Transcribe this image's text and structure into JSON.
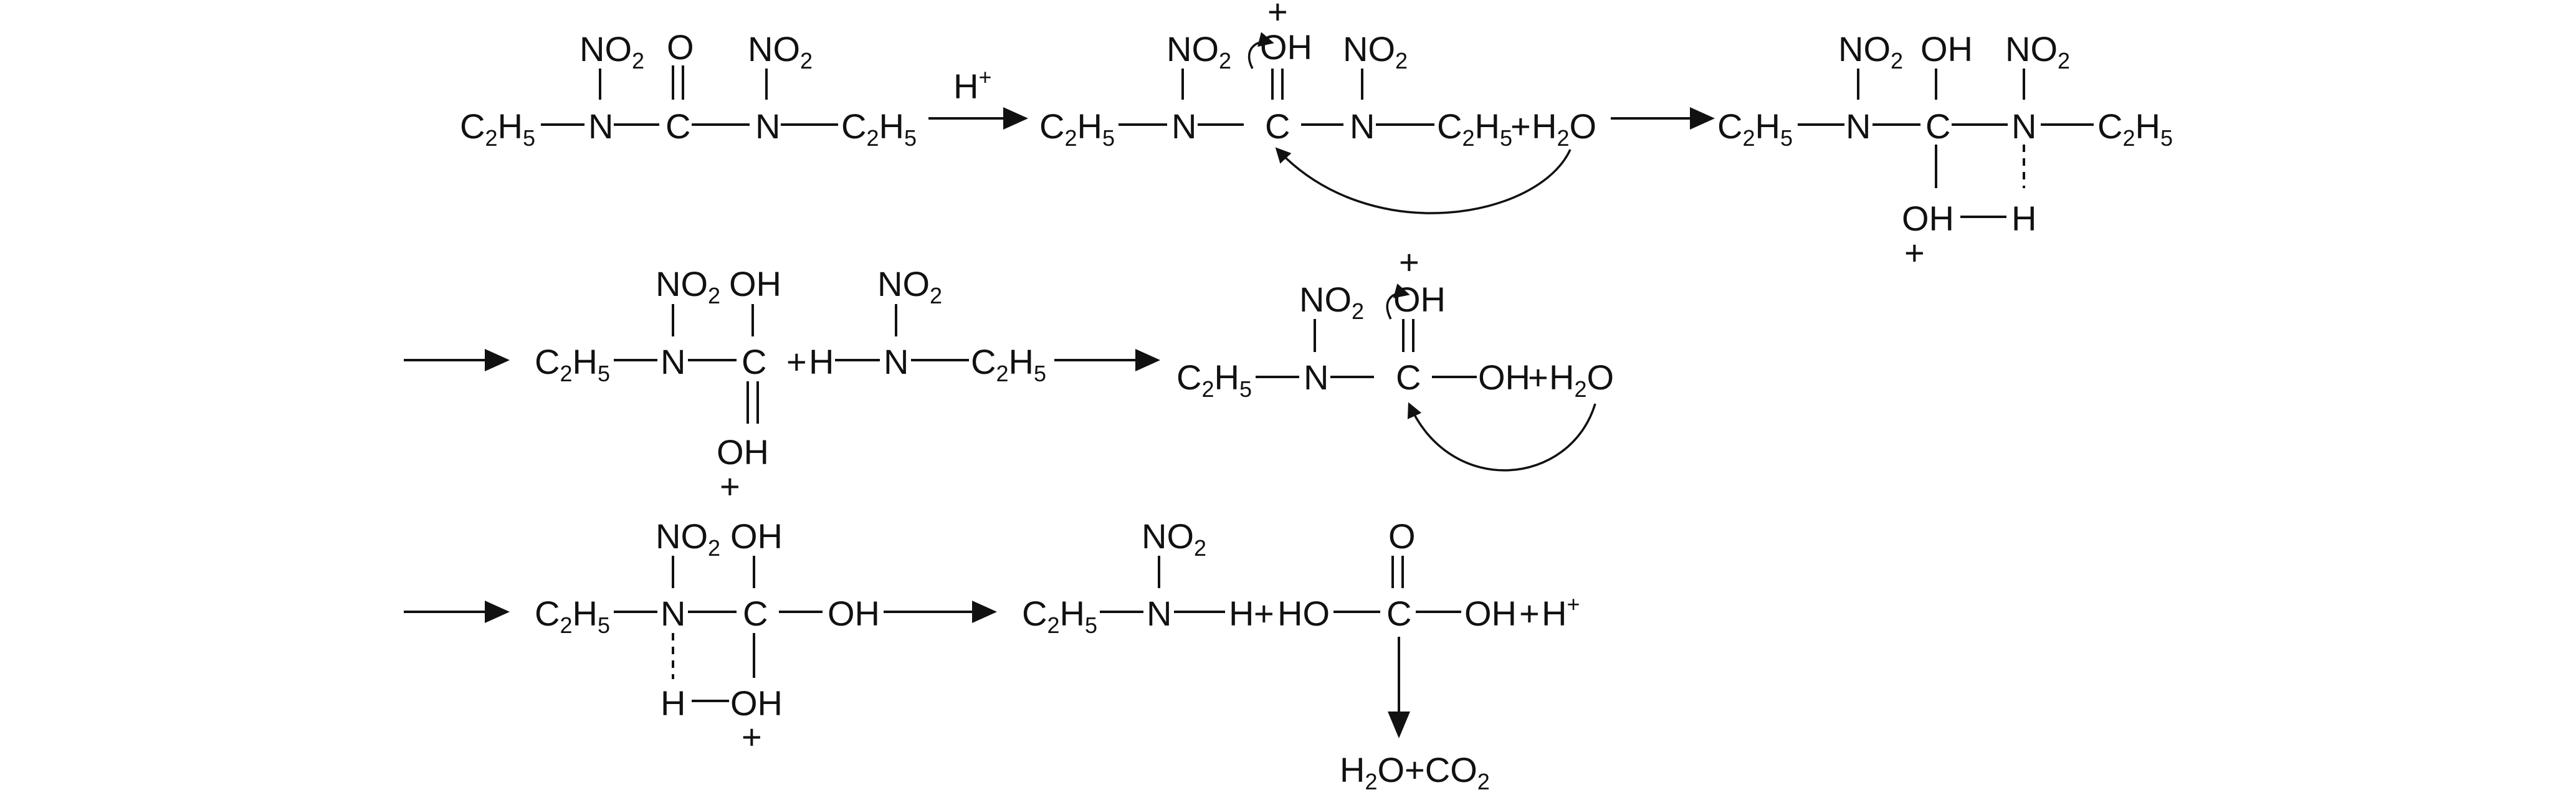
{
  "labels": {
    "ethyl": "C₂H₅",
    "nitrogen": "N",
    "carbon": "C",
    "nitro": "NO₂",
    "oxygen": "O",
    "hydroxyl": "OH",
    "hydrogen": "H",
    "water": "H₂O",
    "plus": "+",
    "cation_charge": "+",
    "acid_catalyst": "H⁺",
    "final_products": "H₂O+CO₂"
  },
  "colors": {
    "ink": "#111111",
    "background": "#ffffff"
  }
}
